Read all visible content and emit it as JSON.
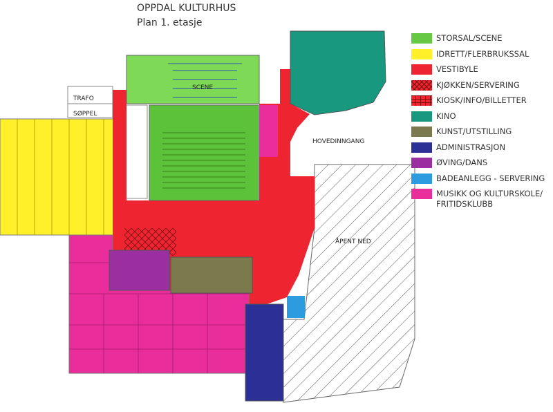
{
  "title": "OPPDAL KULTURHUS",
  "subtitle": "Plan 1. etasje",
  "plan_labels": {
    "trafo": "TRAFO",
    "soppel": "SØPPEL",
    "scene": "SCENE",
    "hovedinngang": "HOVEDINNGANG",
    "apent_ned": "ÅPENT NED"
  },
  "legend": [
    {
      "label": "STORSAL/SCENE",
      "color": "#66c843",
      "pattern": "solid"
    },
    {
      "label": "IDRETT/FLERBRUKSSAL",
      "color": "#fff02a",
      "pattern": "solid"
    },
    {
      "label": "VESTIBYLE",
      "color": "#ee2430",
      "pattern": "solid"
    },
    {
      "label": "KJØKKEN/SERVERING",
      "color": "#ee2430",
      "pattern": "crosshatch"
    },
    {
      "label": "KIOSK/INFO/BILLETTER",
      "color": "#ee2430",
      "pattern": "grid"
    },
    {
      "label": "KINO",
      "color": "#17987f",
      "pattern": "solid"
    },
    {
      "label": "KUNST/UTSTILLING",
      "color": "#7b7a4c",
      "pattern": "solid"
    },
    {
      "label": "ADMINISTRASJON",
      "color": "#2c2f96",
      "pattern": "solid"
    },
    {
      "label": "ØVING/DANS",
      "color": "#9b2ea0",
      "pattern": "solid"
    },
    {
      "label": "BADEANLEGG - SERVERING",
      "color": "#2d9be0",
      "pattern": "solid"
    },
    {
      "label": "MUSIKK OG KULTURSKOLE/ FRITIDSKLUBB",
      "color": "#e92e9c",
      "pattern": "solid"
    }
  ]
}
